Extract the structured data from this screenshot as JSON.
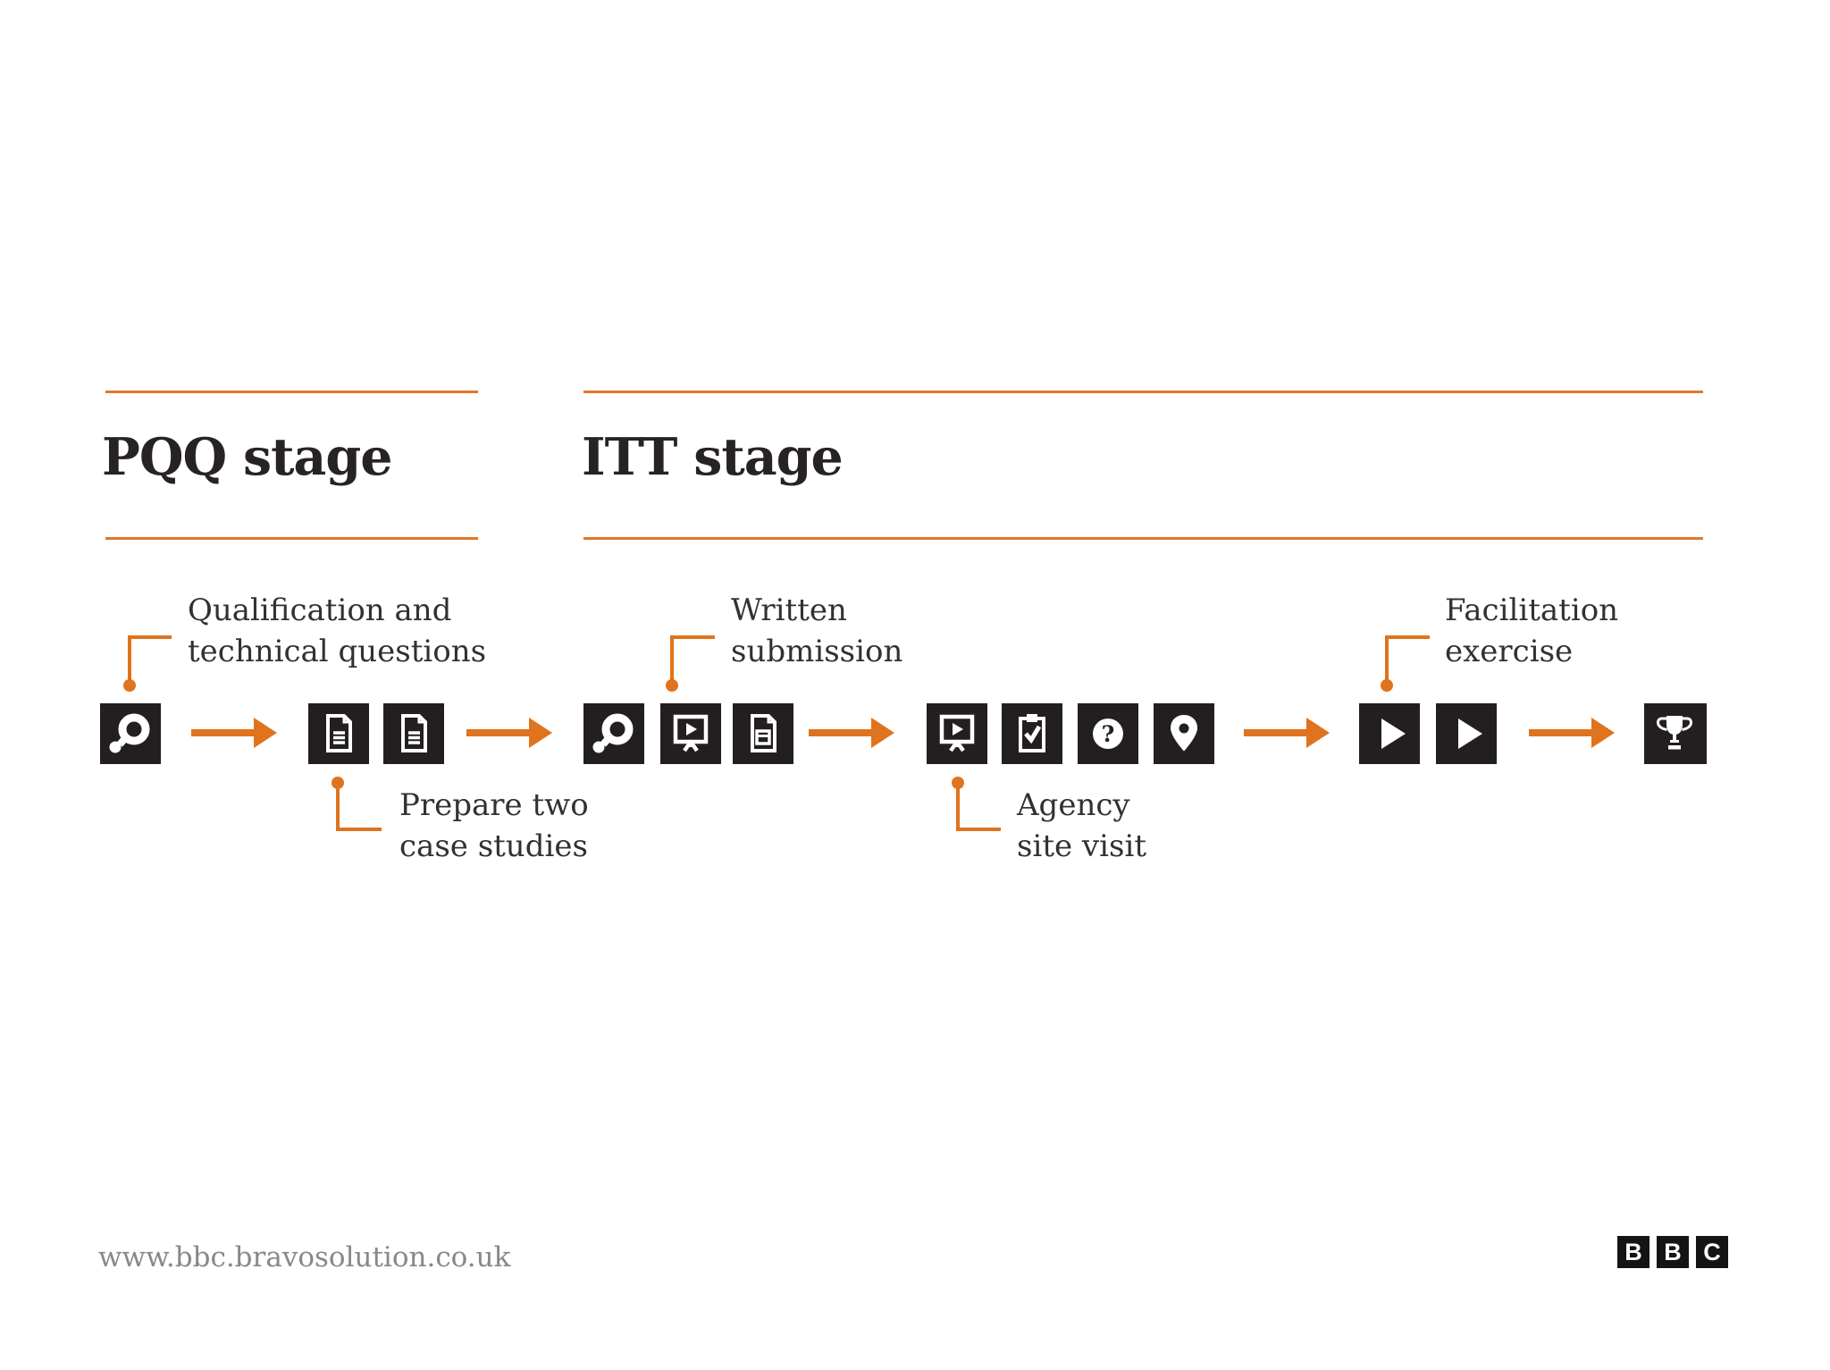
{
  "colors": {
    "orange": "#E0731D",
    "rule_orange": "#E2772A",
    "dark_square": "#231F20",
    "heading_text": "#272324",
    "label_text": "#343031",
    "url_gray": "#8B8689",
    "logo_black": "#161413",
    "background": "#FFFFFF"
  },
  "stages": {
    "pqq": {
      "title": "PQQ stage"
    },
    "itt": {
      "title": "ITT stage"
    }
  },
  "annotations": {
    "qualification": {
      "line1": "Qualification and",
      "line2": "technical questions"
    },
    "prepare": {
      "line1": "Prepare two",
      "line2": "case studies"
    },
    "written": {
      "line1": "Written",
      "line2": "submission"
    },
    "agency": {
      "line1": "Agency",
      "line2": "site visit"
    },
    "facilitation": {
      "line1": "Facilitation",
      "line2": "exercise"
    }
  },
  "icons": {
    "sequence": [
      "question-search",
      "document",
      "document",
      "question-search",
      "presentation-play",
      "document-form",
      "presentation-play",
      "clipboard-check",
      "question-circle",
      "location-pin",
      "play",
      "play",
      "trophy"
    ],
    "question_glyph": "?"
  },
  "footer": {
    "url": "www.bbc.bravosolution.co.uk",
    "logo_letters": [
      "B",
      "B",
      "C"
    ]
  }
}
